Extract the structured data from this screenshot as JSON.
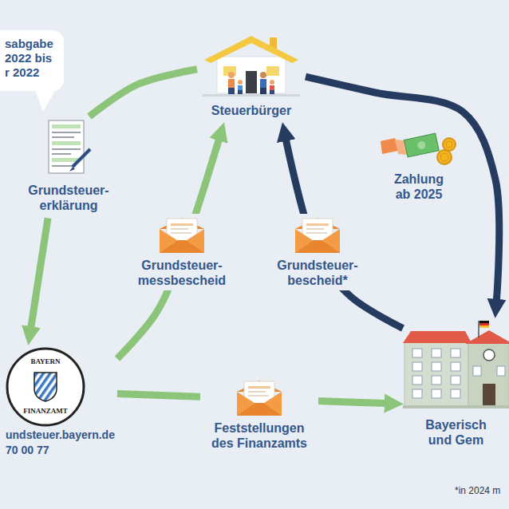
{
  "diagram": {
    "nodes": [
      {
        "text": [
          "Steuerbürger"
        ]
      },
      {
        "text": [
          "Grundsteuer- erklärung"
        ]
      },
      {
        "text": [
          "BAYERN",
          "FINANZAMT",
          "undsteuer.bayern.de",
          "70 00 77"
        ]
      },
      {
        "text": [
          "Bayerisch und Gem"
        ]
      }
    ],
    "edges": [
      {
        "from": 0,
        "to": 1,
        "arrow": "none"
      },
      {
        "from": 1,
        "to": 2,
        "arrow": "to"
      },
      {
        "from": 2,
        "to": 0,
        "label": "Grundsteuer- messbescheid",
        "arrow": "to"
      },
      {
        "from": 2,
        "to": 3,
        "label": "Feststellungen des Finanzamts",
        "arrow": "to"
      },
      {
        "from": 3,
        "to": 0,
        "label": "Grundsteuer- bescheid*",
        "arrow": "to"
      },
      {
        "from": 0,
        "to": 3,
        "label": "Zahlung ab 2025",
        "arrow": "to"
      }
    ],
    "labels": [
      "sabgabe 2022 bis r 2022",
      "*in 2024 m"
    ]
  }
}
